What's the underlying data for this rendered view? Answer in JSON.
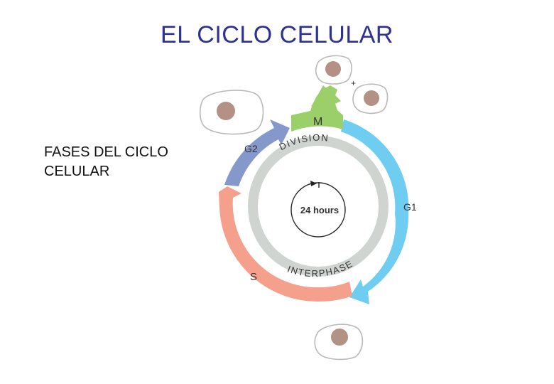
{
  "title": "EL CICLO CELULAR",
  "subtitle_lines": [
    "FASES DEL CICLO",
    "CELULAR"
  ],
  "diagram": {
    "division_label": "DIVISION",
    "interphase_label": "INTERPHASE",
    "center_label": "24 hours",
    "plus_sign": "+",
    "phases": [
      {
        "id": "M",
        "label": "M",
        "color": "#9bcf6a"
      },
      {
        "id": "G1",
        "label": "G1",
        "color": "#6fcdf2"
      },
      {
        "id": "S",
        "label": "S",
        "color": "#f4a08c"
      },
      {
        "id": "G2",
        "label": "G2",
        "color": "#8598cc"
      }
    ],
    "colors": {
      "inner_ring": "#cfd4d1",
      "cell_outline": "#b9b9b9",
      "nucleus": "#b39185",
      "title": "#2e3192"
    }
  }
}
